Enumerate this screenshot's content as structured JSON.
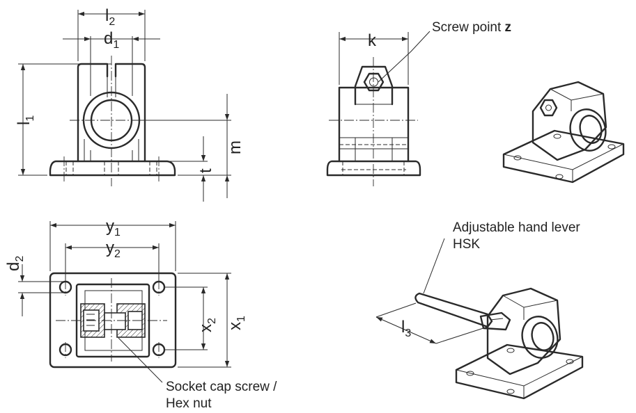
{
  "labels": {
    "l2": {
      "main": "l",
      "sub": "2"
    },
    "d1": {
      "main": "d",
      "sub": "1"
    },
    "l1": {
      "main": "l",
      "sub": "1"
    },
    "m": "m",
    "t": "t",
    "k": "k",
    "y1": {
      "main": "y",
      "sub": "1"
    },
    "y2": {
      "main": "y",
      "sub": "2"
    },
    "d2": {
      "main": "d",
      "sub": "2"
    },
    "x1": {
      "main": "x",
      "sub": "1"
    },
    "x2": {
      "main": "x",
      "sub": "2"
    },
    "l3": {
      "main": "l",
      "sub": "3"
    }
  },
  "annotations": {
    "screw_point_text": "Screw point ",
    "screw_point_var": "z",
    "hand_lever_line1": "Adjustable hand lever",
    "hand_lever_line2": "HSK",
    "socket_line1": "Socket cap screw /",
    "socket_line2": "Hex nut"
  }
}
